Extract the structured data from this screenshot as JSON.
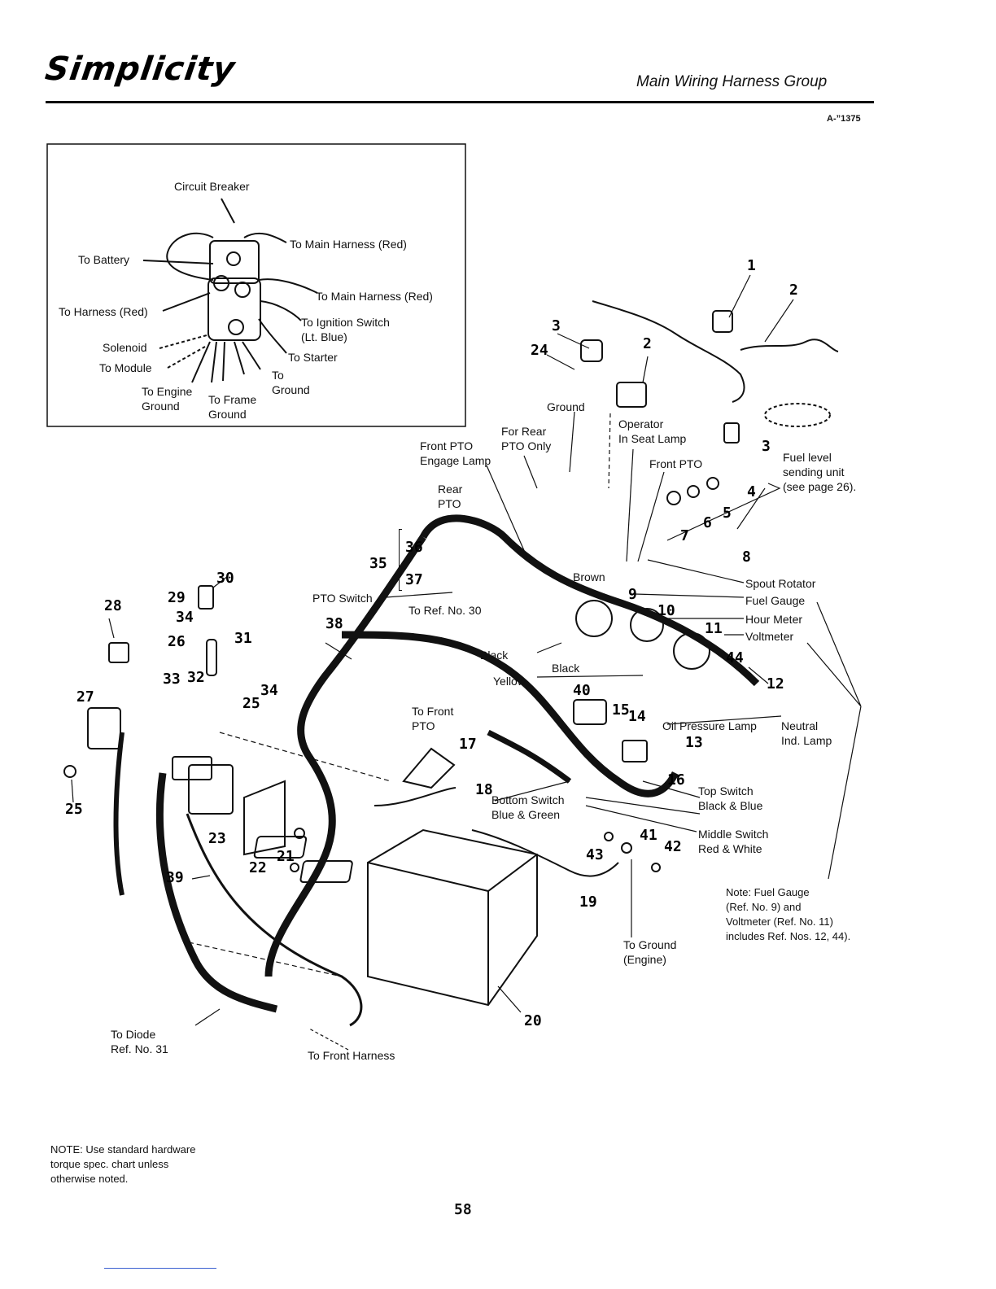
{
  "header": {
    "brand": "Simplicity",
    "title": "Main Wiring Harness Group",
    "doc_number": "A-”1375"
  },
  "inset": {
    "circuit_breaker": "Circuit Breaker",
    "to_battery": "To Battery",
    "to_harness_red": "To Harness (Red)",
    "solenoid": "Solenoid",
    "to_module": "To Module",
    "to_engine_ground": "To Engine\nGround",
    "to_frame_ground": "To Frame\nGround",
    "to_ground": "To\nGround",
    "to_main_harness_red_1": "To Main Harness (Red)",
    "to_main_harness_red_2": "To Main Harness (Red)",
    "to_ignition_switch": "To Ignition Switch\n(Lt. Blue)",
    "to_starter": "To Starter"
  },
  "labels": {
    "ground": "Ground",
    "for_rear_pto_only": "For Rear\nPTO Only",
    "front_pto_engage_lamp": "Front PTO\nEngage Lamp",
    "operator_in_seat_lamp": "Operator\nIn Seat Lamp",
    "front_pto": "Front PTO",
    "fuel_level_sending_unit": "Fuel level\nsending unit\n(see page 26).",
    "rear_pto": "Rear\nPTO",
    "pto_switch": "PTO Switch",
    "to_ref_no_30": "To Ref. No. 30",
    "brown": "Brown",
    "black_1": "Black",
    "black_2": "Black",
    "yellow": "Yellow",
    "spout_rotator": "Spout Rotator",
    "fuel_gauge": "Fuel Gauge",
    "hour_meter": "Hour Meter",
    "voltmeter": "Voltmeter",
    "to_front_pto": "To Front\nPTO",
    "oil_pressure_lamp": "Oil Pressure Lamp",
    "neutral_ind_lamp": "Neutral\nInd. Lamp",
    "top_switch": "Top Switch\nBlack & Blue",
    "bottom_switch": "Bottom Switch\nBlue & Green",
    "middle_switch": "Middle Switch\nRed & White",
    "to_ground_engine": "To Ground\n(Engine)",
    "to_diode": "To Diode\nRef. No. 31",
    "to_front_harness": "To Front Harness"
  },
  "ref_numbers": {
    "n1": "1",
    "n2a": "2",
    "n2b": "2",
    "n3a": "3",
    "n3b": "3",
    "n4": "4",
    "n5": "5",
    "n6": "6",
    "n7": "7",
    "n8": "8",
    "n9": "9",
    "n10": "10",
    "n11": "11",
    "n12": "12",
    "n13": "13",
    "n14": "14",
    "n15": "15",
    "n16": "16",
    "n17": "17",
    "n18": "18",
    "n19": "19",
    "n20": "20",
    "n21": "21",
    "n22": "22",
    "n23": "23",
    "n24": "24",
    "n25a": "25",
    "n25b": "25",
    "n26": "26",
    "n27": "27",
    "n28": "28",
    "n29": "29",
    "n30": "30",
    "n31": "31",
    "n32": "32",
    "n33": "33",
    "n34a": "34",
    "n34b": "34",
    "n35": "35",
    "n36": "36",
    "n37": "37",
    "n38": "38",
    "n39": "39",
    "n40": "40",
    "n41": "41",
    "n42": "42",
    "n43": "43",
    "n44": "44"
  },
  "notes": {
    "fuel_gauge_note": "Note: Fuel Gauge\n(Ref. No. 9) and\nVoltmeter (Ref. No. 11)\nincludes Ref. Nos. 12, 44).",
    "hardware_note": "NOTE: Use standard hardware\ntorque spec. chart unless\notherwise noted."
  },
  "footer": {
    "page_number": "58"
  }
}
